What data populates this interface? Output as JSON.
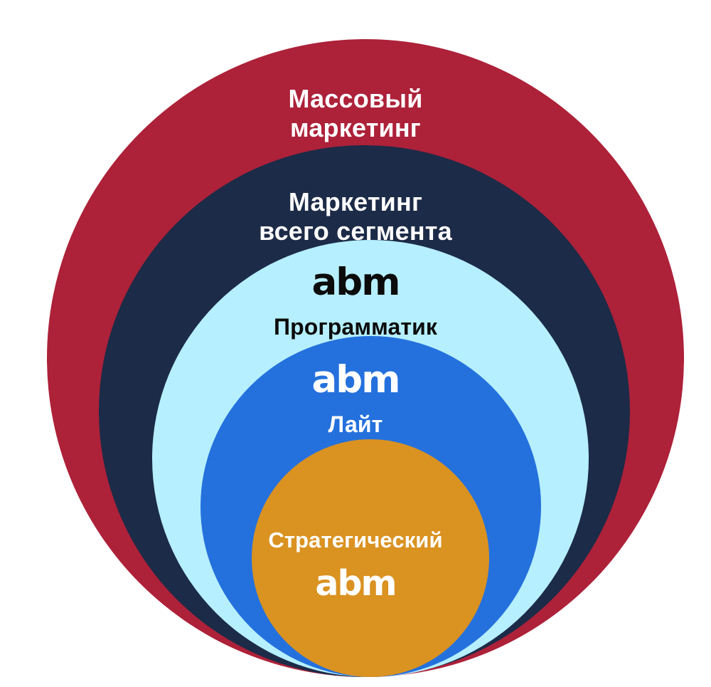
{
  "diagram": {
    "type": "nested-circles",
    "title_visible": false,
    "background_color": "#ffffff",
    "layers": [
      {
        "id": "mass-marketing",
        "label": "Массовый\nмаркетинг",
        "brand": "",
        "color": "#ad2139",
        "text_color": "#ffffff",
        "level": 1
      },
      {
        "id": "segment-marketing",
        "label": "Маркетинг\nвсего сегмента",
        "brand": "",
        "color": "#1c2b47",
        "text_color": "#ffffff",
        "level": 2
      },
      {
        "id": "abm-programmatic",
        "label": "Программатик",
        "brand": "abm",
        "color": "#b6efff",
        "text_color": "#0b0b0b",
        "level": 3
      },
      {
        "id": "abm-lite",
        "label": "Лайт",
        "brand": "abm",
        "color": "#2471dd",
        "text_color": "#ffffff",
        "level": 4
      },
      {
        "id": "abm-strategic",
        "label": "Стратегический",
        "brand": "abm",
        "color": "#da9221",
        "text_color": "#ffffff",
        "level": 5
      }
    ]
  }
}
